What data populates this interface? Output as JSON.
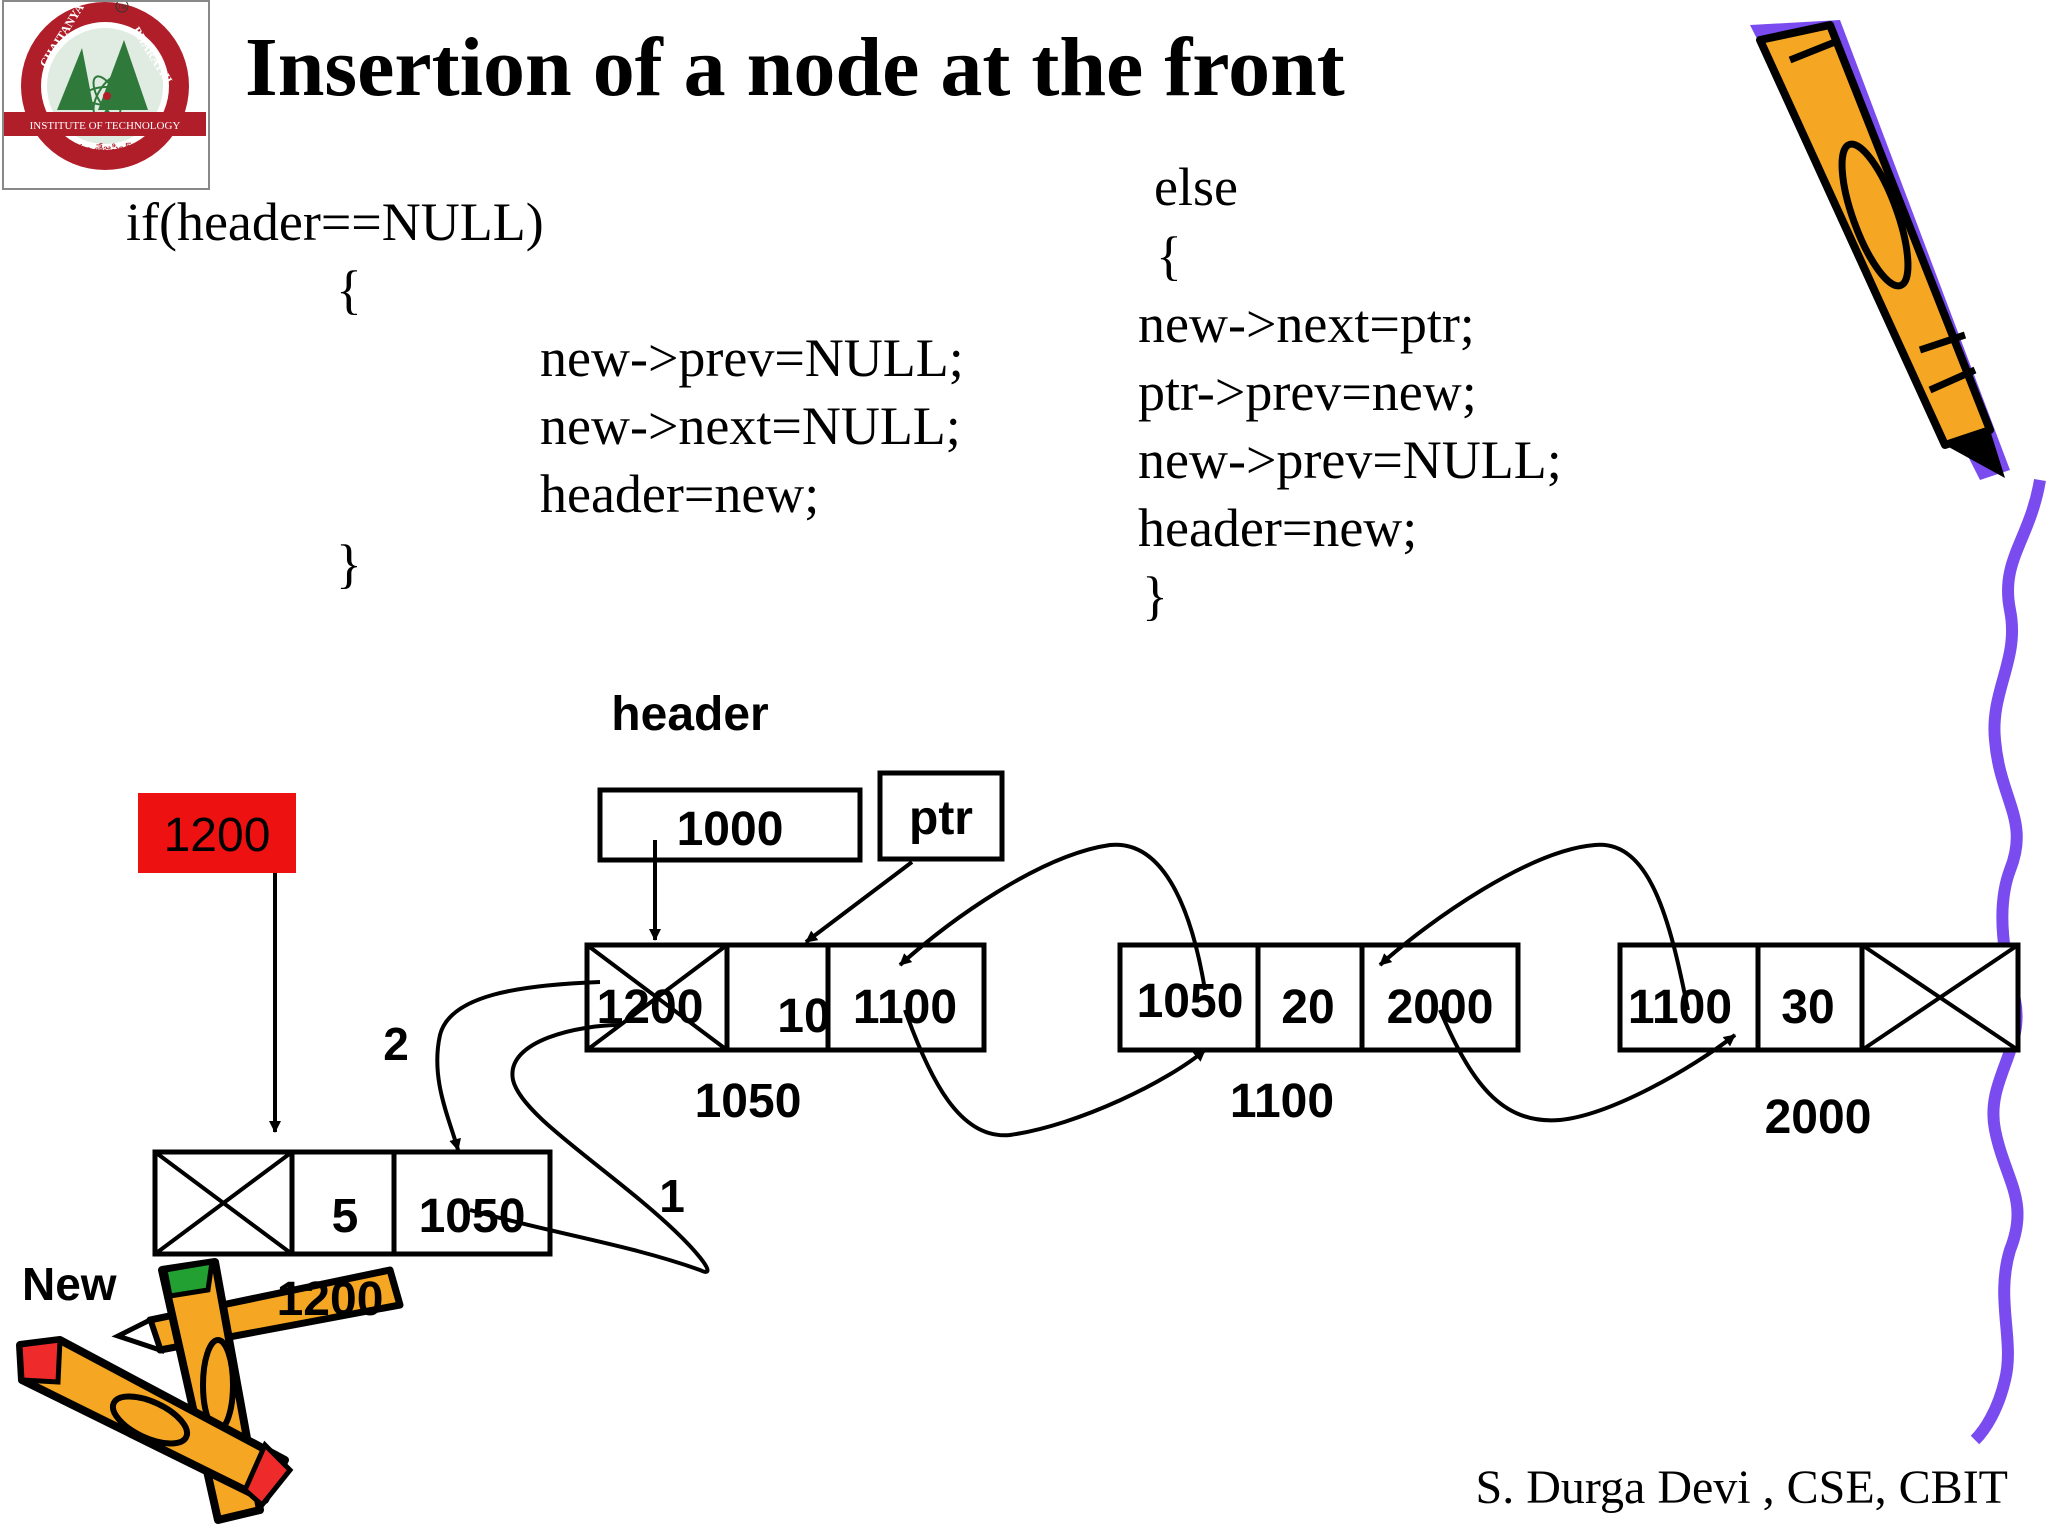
{
  "slide": {
    "title": "Insertion of a node at the front",
    "footer": "S. Durga Devi , CSE, CBIT"
  },
  "logo": {
    "text_top_left": "CHAITANYA",
    "text_top_right": "BHARATHI",
    "band": "INSTITUTE OF TECHNOLOGY",
    "motto": "స్వయం తేజస్విన్ భవ",
    "year": "1979",
    "tm": "TM"
  },
  "code_if": {
    "line1": "if(header==NULL)",
    "open": "{",
    "line2": "new->prev=NULL;",
    "line3": "new->next=NULL;",
    "line4": "header=new;",
    "close": "}"
  },
  "code_else": {
    "line1": "else",
    "open": "{",
    "line2": "new->next=ptr;",
    "line3": "ptr->prev=new;",
    "line4": "new->prev=NULL;",
    "line5": "header=new;",
    "close": "}"
  },
  "diagram": {
    "header_label": "header",
    "header_value": "1000",
    "ptr_label": "ptr",
    "new_value_box": "1200",
    "new_label": "New",
    "new_node": {
      "data": "5",
      "next": "1050",
      "address": "1200"
    },
    "node1": {
      "prev": "1200",
      "data": "10",
      "next": "1100",
      "address": "1050"
    },
    "node2": {
      "prev": "1050",
      "data": "20",
      "next": "2000",
      "address": "1100"
    },
    "node3": {
      "prev": "1100",
      "data": "30",
      "address": "2000"
    },
    "step1": "1",
    "step2": "2"
  },
  "colors": {
    "new_box_fill": "#ee1111",
    "crayon_orange": "#f5a623",
    "crayon_purple": "#7a4cf0",
    "logo_red": "#b01e2a",
    "logo_green": "#2f7a3a"
  }
}
